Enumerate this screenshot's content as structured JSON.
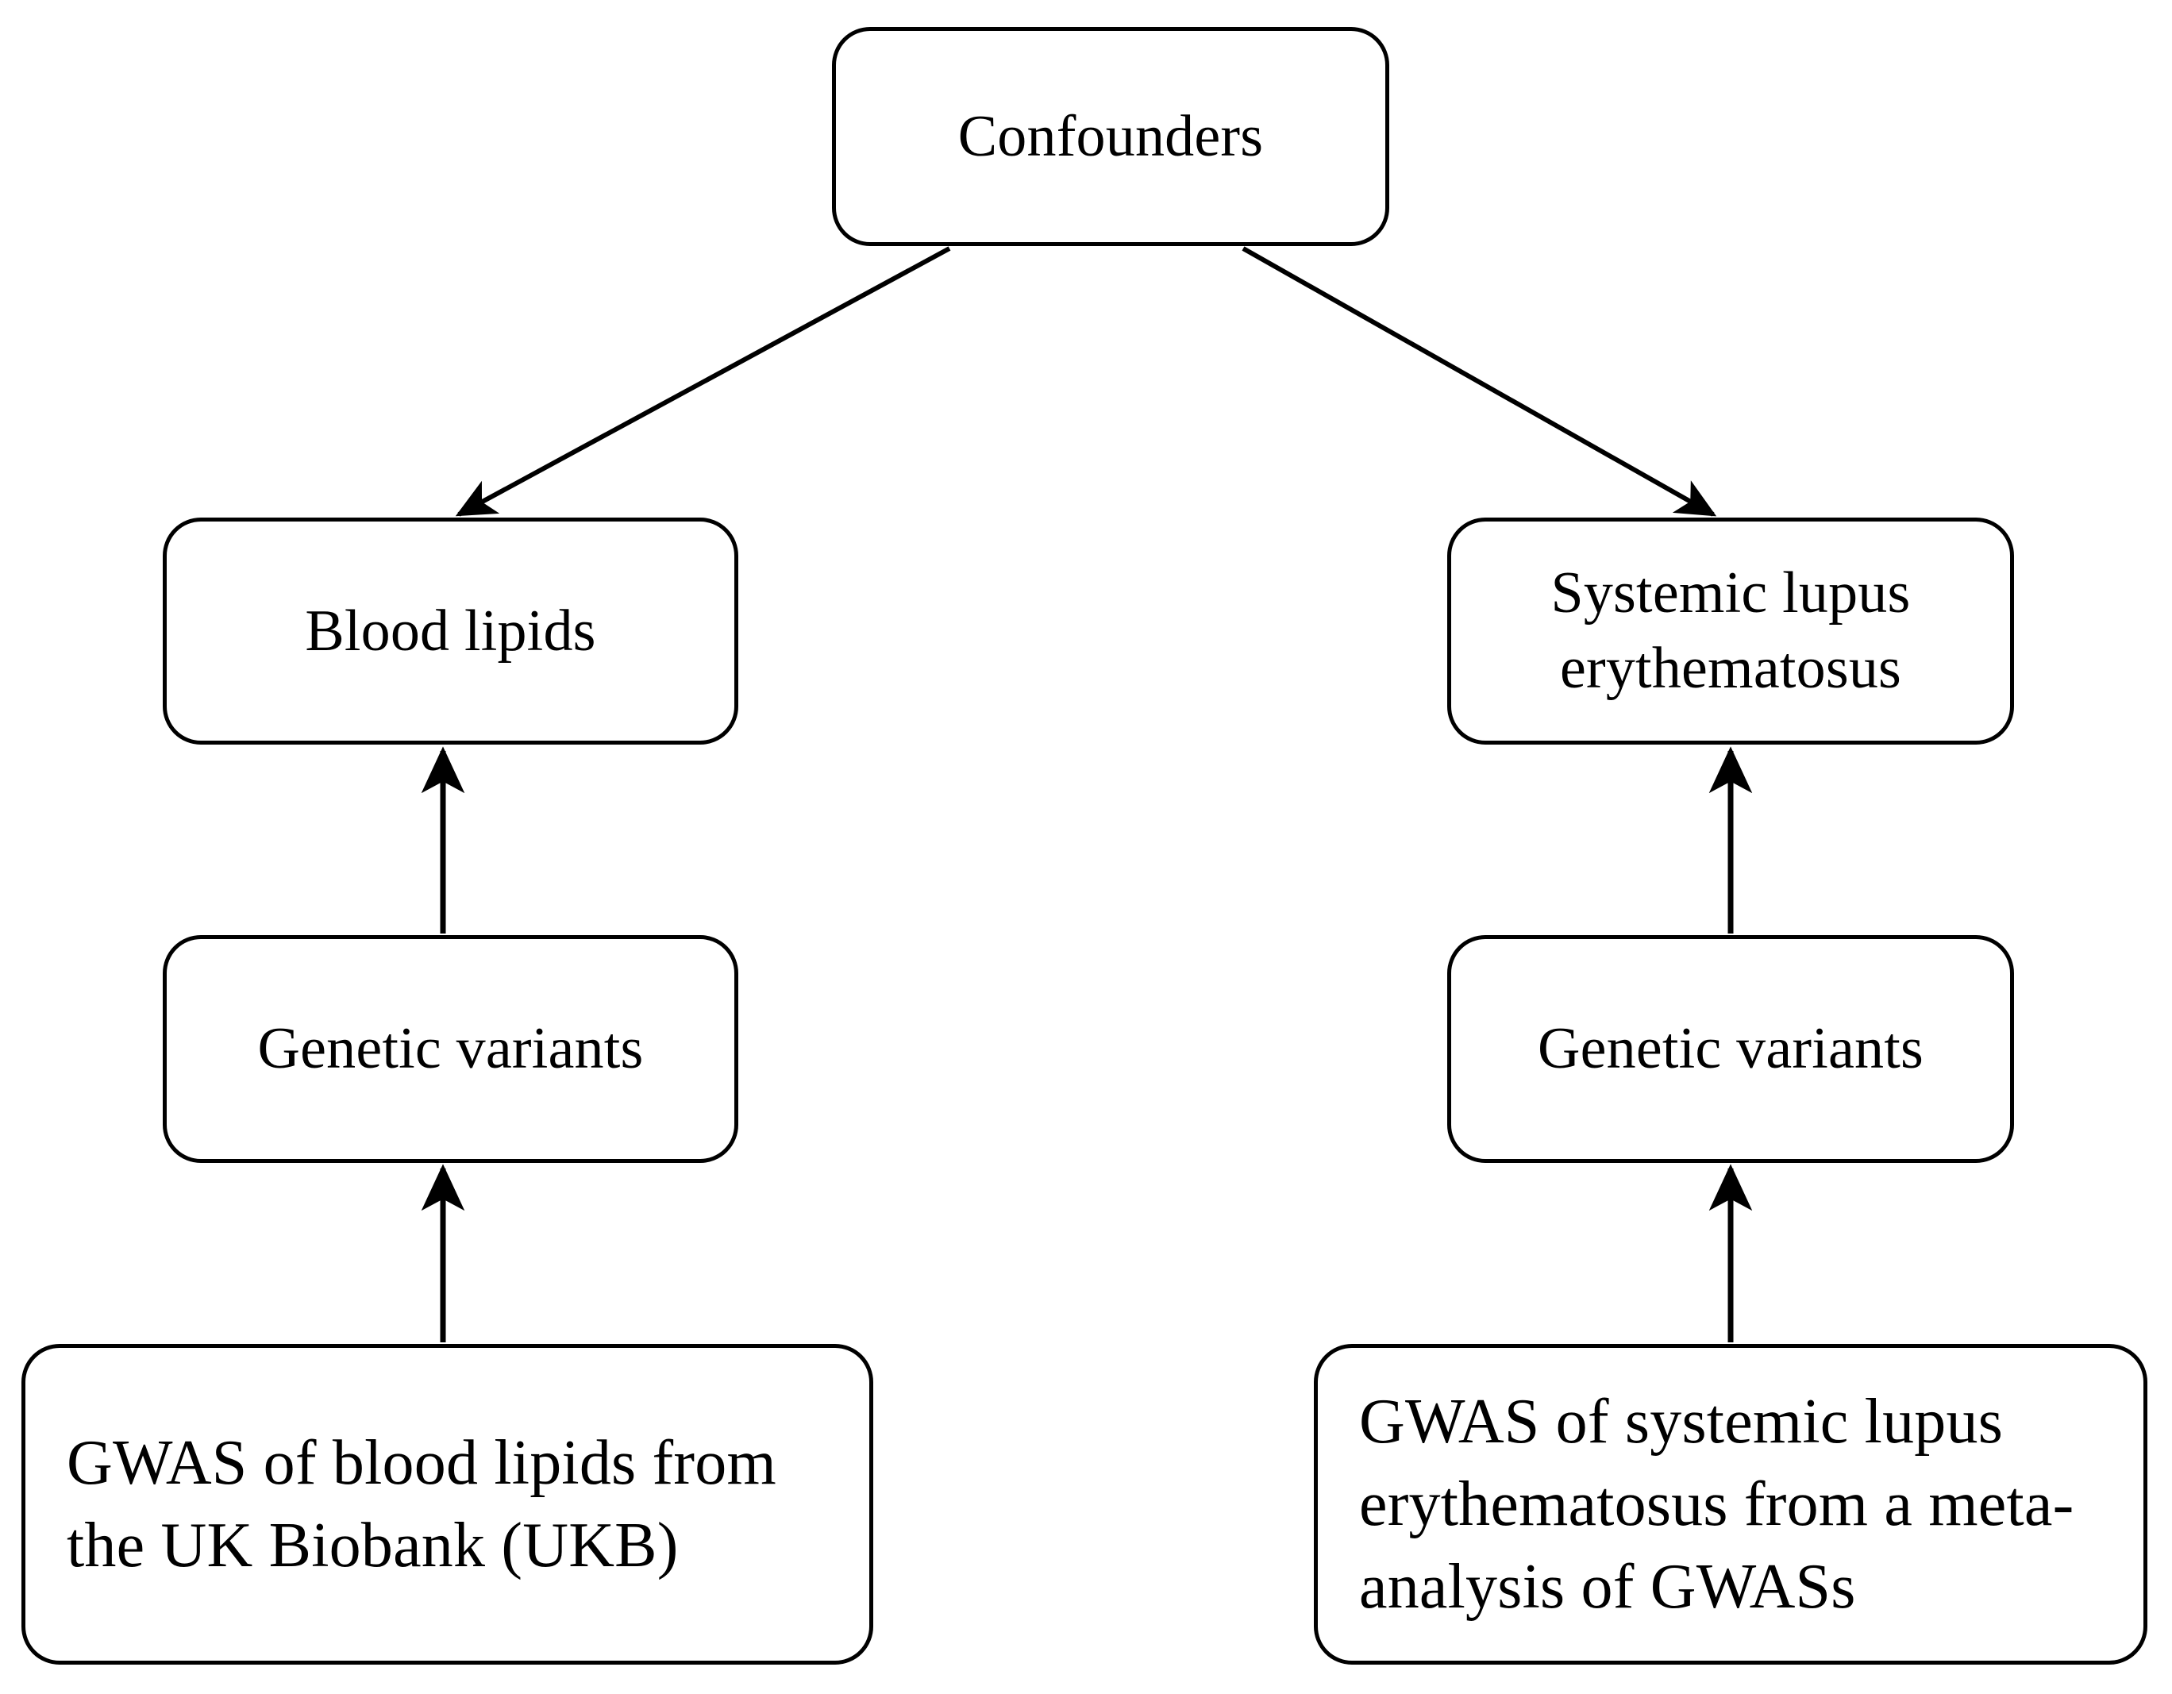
{
  "diagram": {
    "type": "flowchart",
    "orientation": "top-down",
    "background_color": "#ffffff",
    "stroke_color": "#000000",
    "nodes": [
      {
        "id": "confounders",
        "label": "Confounders",
        "shape": "rounded-rectangle",
        "align": "center"
      },
      {
        "id": "blood-lipids",
        "label": "Blood lipids",
        "shape": "rounded-rectangle",
        "align": "center"
      },
      {
        "id": "systemic-lupus-erythematosus",
        "label": "Systemic lupus erythematosus",
        "shape": "rounded-rectangle",
        "align": "center"
      },
      {
        "id": "genetic-variants-left",
        "label": "Genetic variants",
        "shape": "rounded-rectangle",
        "align": "center"
      },
      {
        "id": "genetic-variants-right",
        "label": "Genetic variants",
        "shape": "rounded-rectangle",
        "align": "center"
      },
      {
        "id": "gwas-blood-lipids",
        "label": "GWAS of blood lipids from the UK Biobank (UKB)",
        "shape": "rounded-rectangle",
        "align": "left"
      },
      {
        "id": "gwas-systemic-lupus-erythematosus",
        "label": "GWAS of systemic lupus erythematosus from a meta-analysis of GWASs",
        "shape": "rounded-rectangle",
        "align": "left"
      }
    ],
    "edges": [
      {
        "id": "confounders-to-blood-lipids",
        "from": "confounders",
        "to": "blood-lipids",
        "style": "solid",
        "arrowhead": "filled-triangle"
      },
      {
        "id": "confounders-to-sle",
        "from": "confounders",
        "to": "systemic-lupus-erythematosus",
        "style": "solid",
        "arrowhead": "filled-triangle"
      },
      {
        "id": "genetic-left-to-blood-lipids",
        "from": "genetic-variants-left",
        "to": "blood-lipids",
        "style": "solid",
        "arrowhead": "filled-triangle"
      },
      {
        "id": "genetic-right-to-sle",
        "from": "genetic-variants-right",
        "to": "systemic-lupus-erythematosus",
        "style": "solid",
        "arrowhead": "filled-triangle"
      },
      {
        "id": "gwas-lipids-to-genetic-left",
        "from": "gwas-blood-lipids",
        "to": "genetic-variants-left",
        "style": "solid",
        "arrowhead": "filled-triangle"
      },
      {
        "id": "gwas-sle-to-genetic-right",
        "from": "gwas-systemic-lupus-erythematosus",
        "to": "genetic-variants-right",
        "style": "solid",
        "arrowhead": "filled-triangle"
      }
    ]
  }
}
